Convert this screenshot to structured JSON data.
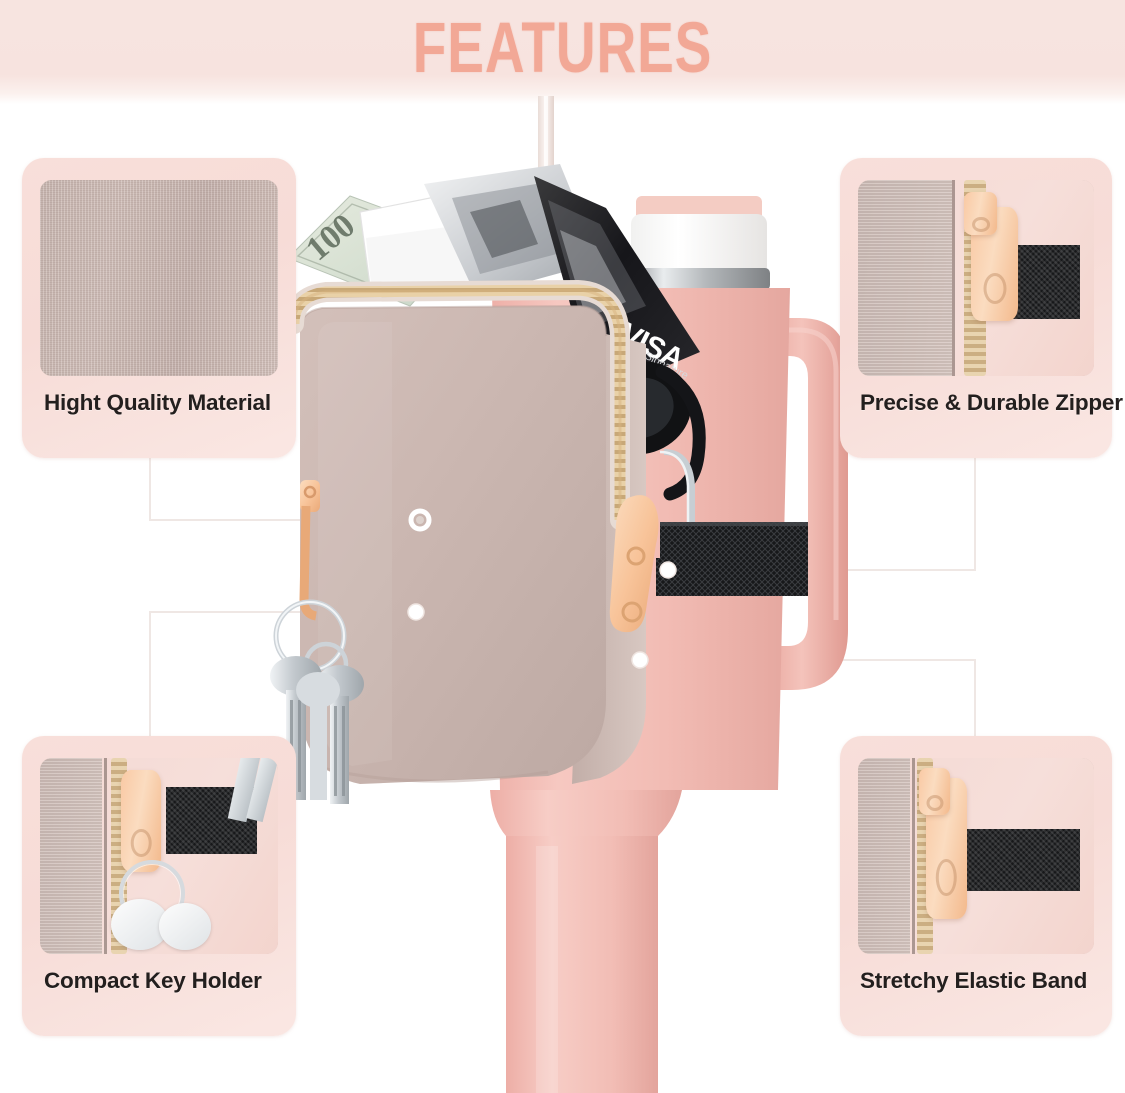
{
  "banner": {
    "title": "FEATURES",
    "title_color": "#f2a593",
    "background_color": "#f7e4e0"
  },
  "theme": {
    "page_background": "#ffffff",
    "card_background": "#f8dfda",
    "caption_color": "#231f1e",
    "connector_line_color": "#efe7e4",
    "connector_dot_color": "#ffffff",
    "tumbler_pink": "#f3bdb6",
    "pouch_taupe": "#cbb6b0",
    "zipper_peach": "#f7c39a",
    "elastic_black": "#17181a"
  },
  "cards": [
    {
      "id": "high-quality-material",
      "caption": "Hight Quality Material",
      "position": "top-left",
      "swatch": "woven-fabric-texture-closeup"
    },
    {
      "id": "precise-durable-zipper",
      "caption": "Precise & Durable Zipper",
      "position": "top-right",
      "swatch": "zipper-pull-closeup"
    },
    {
      "id": "compact-key-holder",
      "caption": "Compact Key Holder",
      "position": "bottom-left",
      "swatch": "keyring-with-fobs-closeup"
    },
    {
      "id": "stretchy-elastic-band",
      "caption": "Stretchy Elastic Band",
      "position": "bottom-right",
      "swatch": "black-elastic-band-closeup"
    }
  ],
  "product": {
    "name": "pink-tumbler-with-zippered-pouch",
    "tumbler": {
      "body_color": "#f3bdb6",
      "lid_color": "#ffffff",
      "straw_color": "#f6ddd6",
      "handle": "c-shaped-handle"
    },
    "pouch": {
      "color": "#cbb6b0",
      "zipper_color": "#f7c39a"
    },
    "contents": [
      {
        "item": "cash-bills",
        "label": "100"
      },
      {
        "item": "airpods-case",
        "label": ""
      },
      {
        "item": "credit-card",
        "label": "VISA"
      },
      {
        "item": "credit-card-sub",
        "label": "Signature"
      },
      {
        "item": "headphones",
        "label": ""
      },
      {
        "item": "keys-on-ring",
        "label": ""
      }
    ]
  },
  "connectors": [
    {
      "from": "high-quality-material",
      "to": "pouch-front-panel"
    },
    {
      "from": "precise-durable-zipper",
      "to": "zipper-track"
    },
    {
      "from": "compact-key-holder",
      "to": "key-ring-strap"
    },
    {
      "from": "stretchy-elastic-band",
      "to": "elastic-band"
    }
  ]
}
